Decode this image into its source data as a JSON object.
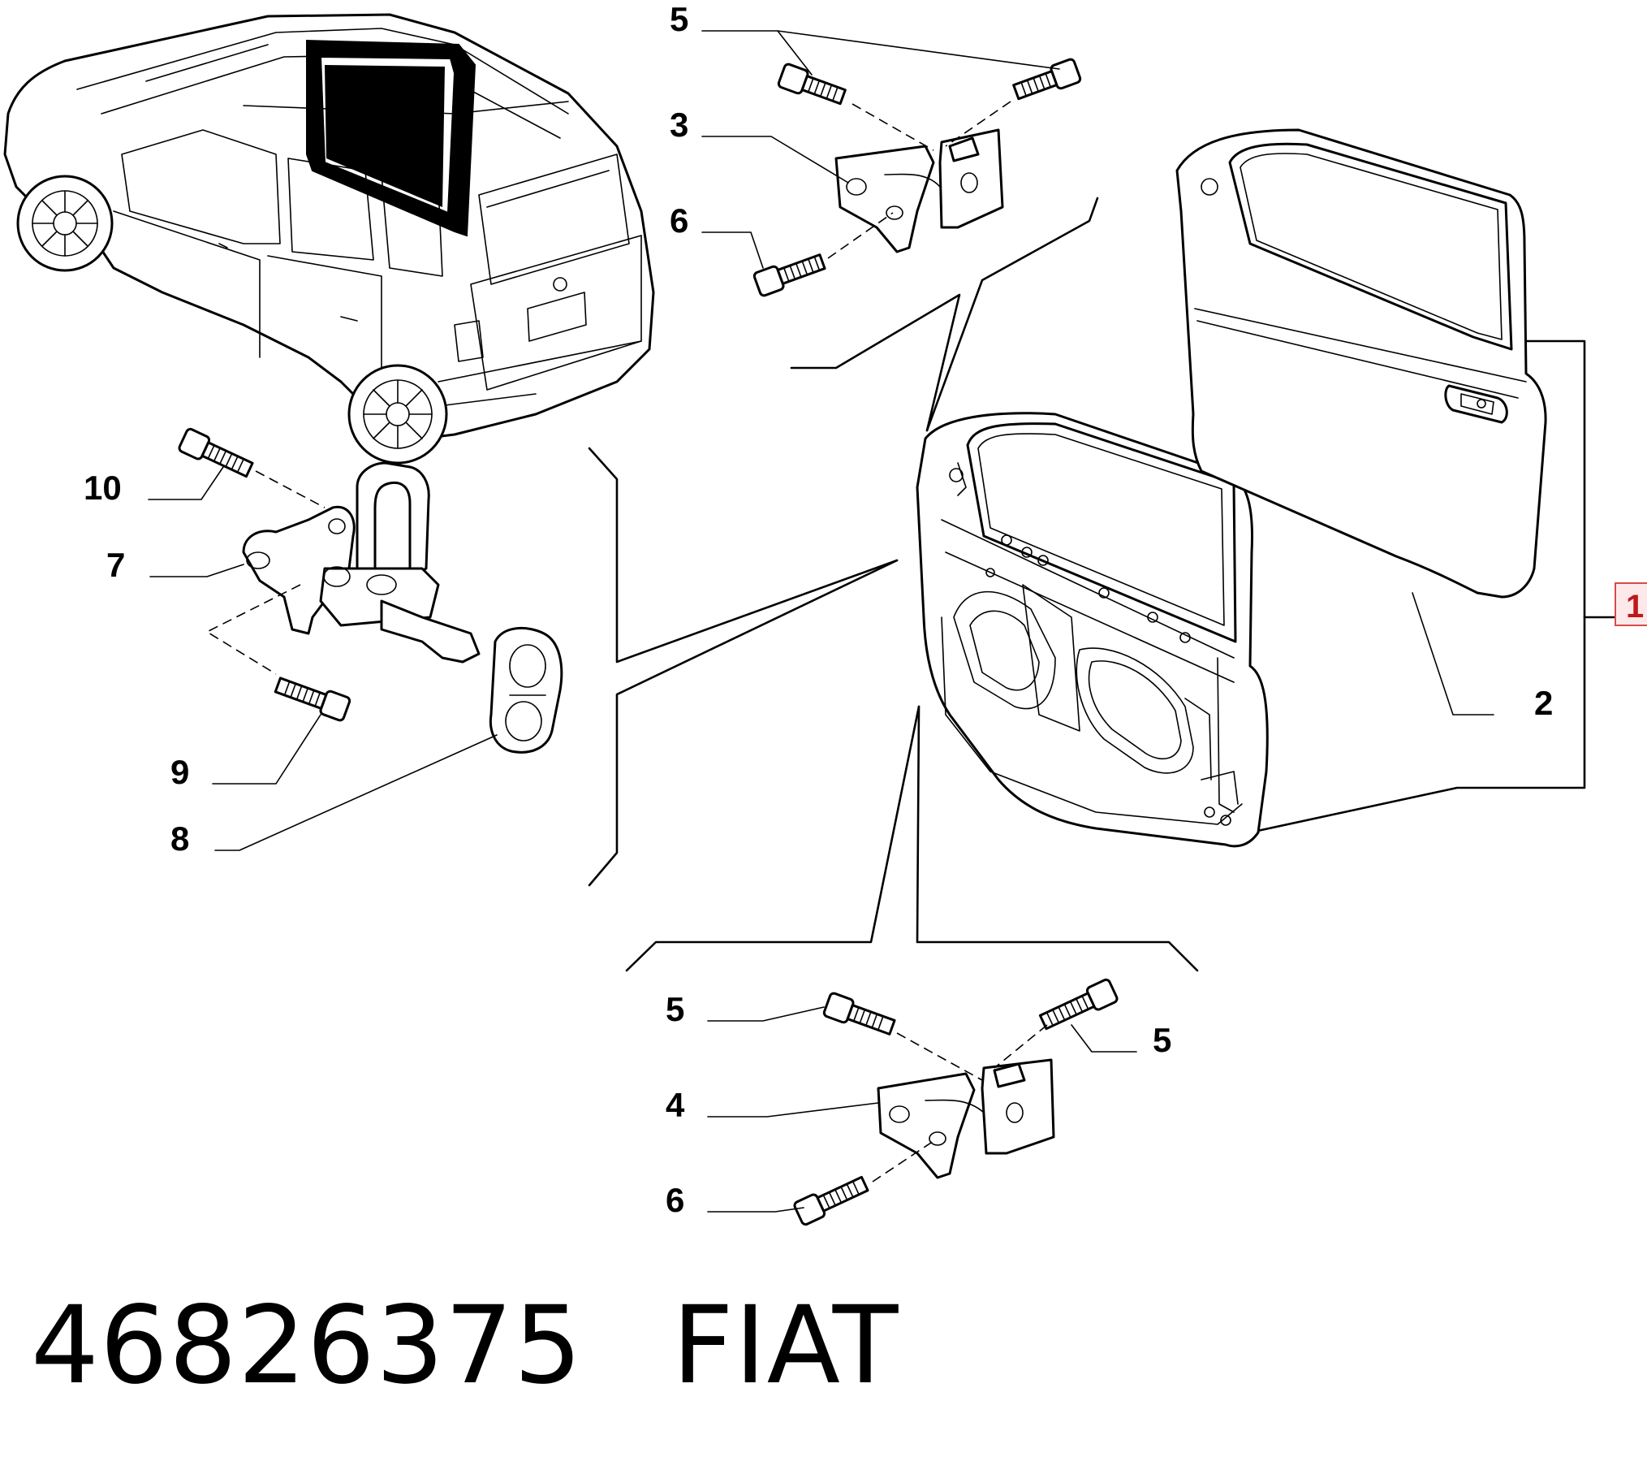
{
  "callouts": {
    "c1": "1",
    "c2": "2",
    "c3": "3",
    "c4": "4",
    "c5_top": "5",
    "c5_bottom_left": "5",
    "c5_bottom_right": "5",
    "c6_top": "6",
    "c6_bottom": "6",
    "c7": "7",
    "c8": "8",
    "c9": "9",
    "c10": "10"
  },
  "caption": {
    "part_number": "46826375",
    "brand": "FIAT"
  },
  "colors": {
    "line": "#000000",
    "background": "#ffffff",
    "highlight_border": "#d94a4a",
    "highlight_text": "#c01818"
  }
}
